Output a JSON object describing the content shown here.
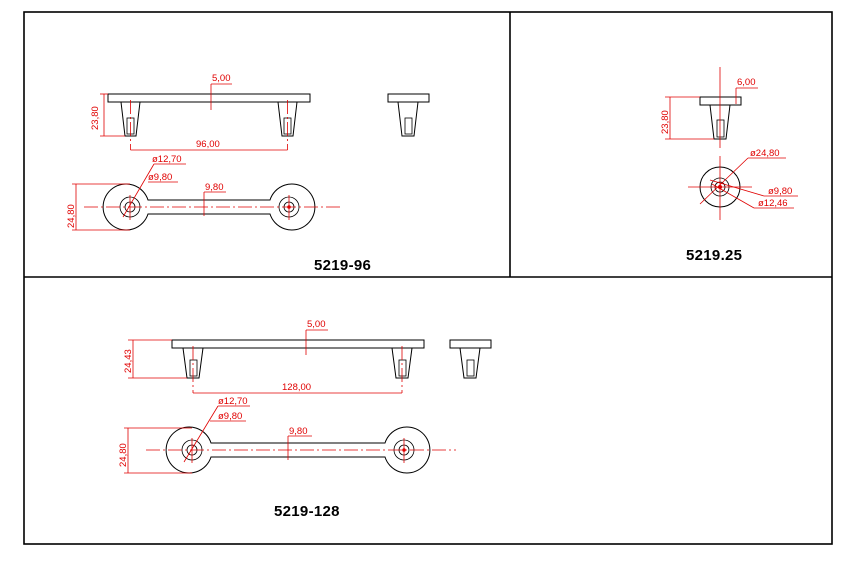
{
  "sheet": {
    "views": [
      {
        "title": "5219-96",
        "dims": {
          "height": "23,80",
          "wall": "5,00",
          "spacing": "96,00",
          "outer_dia": "ø12,70",
          "inner_dia": "ø9,80",
          "web": "9,80",
          "width": "24,80"
        }
      },
      {
        "title": "5219.25",
        "dims": {
          "height": "23,80",
          "wall": "6,00",
          "outer_dia": "ø24,80",
          "inner_dia": "ø9,80",
          "boss_dia": "ø12,46"
        }
      },
      {
        "title": "5219-128",
        "dims": {
          "height": "24,43",
          "wall": "5,00",
          "spacing": "128,00",
          "outer_dia": "ø12,70",
          "inner_dia": "ø9,80",
          "web": "9,80",
          "width": "24,80"
        }
      }
    ]
  },
  "colors": {
    "dimension": "#e00000",
    "outline": "#000000"
  }
}
